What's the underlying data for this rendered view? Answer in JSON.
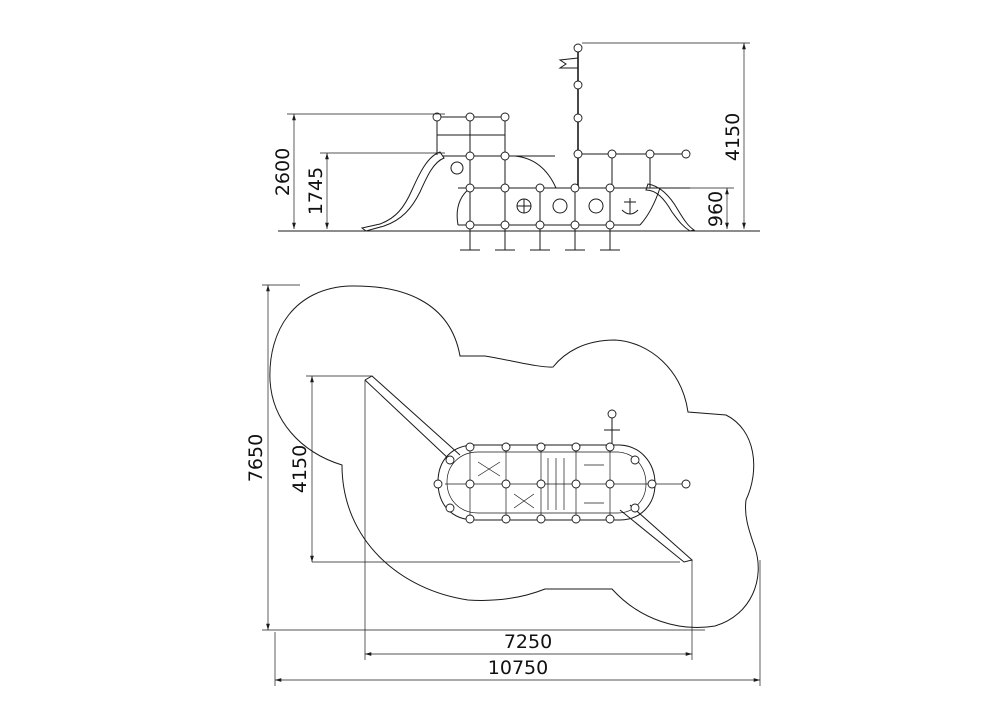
{
  "drawing": {
    "elevation_dimensions": {
      "total_height": "2600",
      "platform_height": "1745",
      "mast_height": "4150",
      "stern_deck_height": "960"
    },
    "plan_dimensions": {
      "safety_depth": "7650",
      "equipment_depth": "4150",
      "equipment_length": "7250",
      "safety_length": "10750"
    }
  }
}
